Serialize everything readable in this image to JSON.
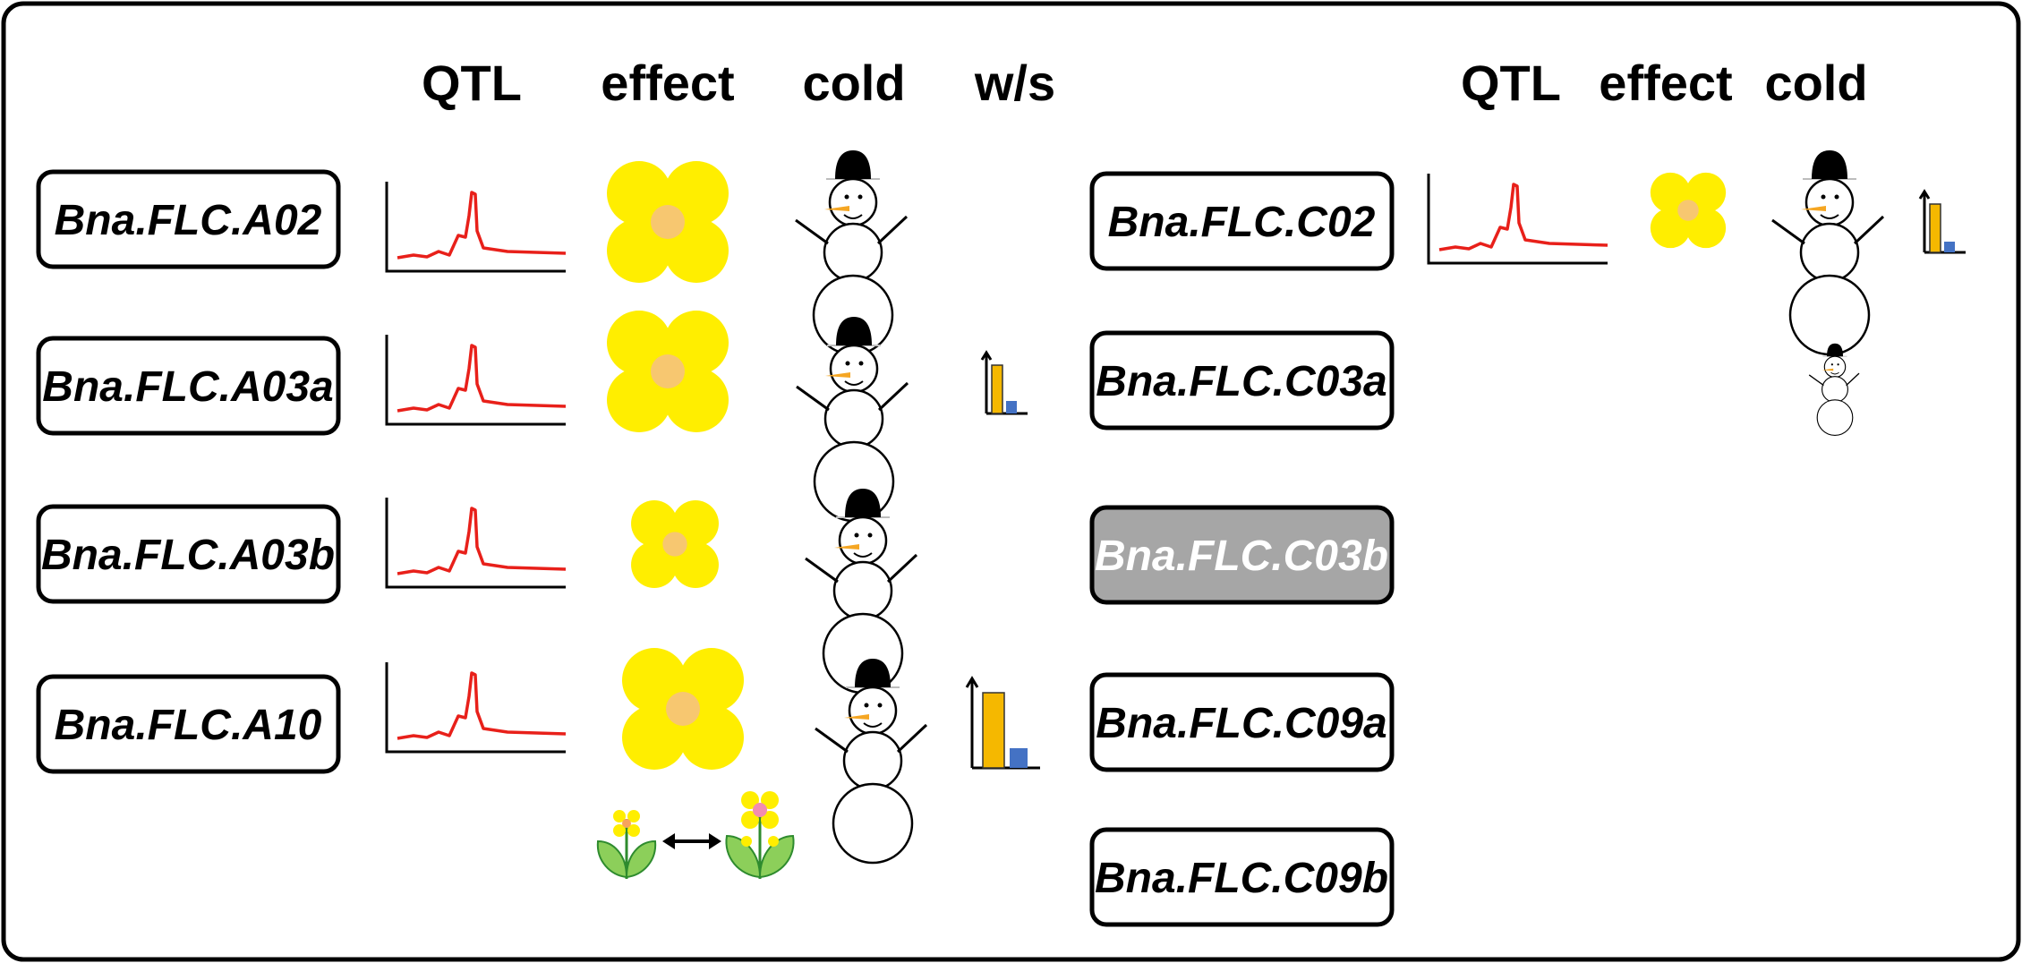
{
  "headers_left": [
    "QTL",
    "effect",
    "cold",
    "w/s"
  ],
  "headers_right": [
    "QTL",
    "effect",
    "cold"
  ],
  "genes_left": [
    {
      "name": "Bna.FLC.A02",
      "effect_size": "large",
      "cold": true,
      "ws_ratio": null
    },
    {
      "name": "Bna.FLC.A03a",
      "effect_size": "large",
      "cold": true,
      "ws_ratio": "small"
    },
    {
      "name": "Bna.FLC.A03b",
      "effect_size": "small",
      "cold": true,
      "ws_ratio": null
    },
    {
      "name": "Bna.FLC.A10",
      "effect_size": "large",
      "cold": true,
      "ws_ratio": "large"
    }
  ],
  "genes_right": [
    {
      "name": "Bna.FLC.C02",
      "effect_size": "small",
      "cold": "normal",
      "ws_ratio": "small",
      "highlighted": false
    },
    {
      "name": "Bna.FLC.C03a",
      "effect_size": null,
      "cold": "small",
      "ws_ratio": null,
      "highlighted": false
    },
    {
      "name": "Bna.FLC.C03b",
      "effect_size": null,
      "cold": null,
      "ws_ratio": null,
      "highlighted": true
    },
    {
      "name": "Bna.FLC.C09a",
      "effect_size": null,
      "cold": null,
      "ws_ratio": null,
      "highlighted": false
    },
    {
      "name": "Bna.FLC.C09b",
      "effect_size": null,
      "cold": null,
      "ws_ratio": null,
      "highlighted": false
    }
  ],
  "colors": {
    "qtl_line": "#e8201a",
    "petal": "#ffee00",
    "flower_center": "#f7c770",
    "bar_winter": "#f5b800",
    "bar_spring": "#4472c4",
    "carrot": "#f5a623",
    "highlight_box": "#a6a6a6",
    "leaf": "#8ccf5a"
  }
}
